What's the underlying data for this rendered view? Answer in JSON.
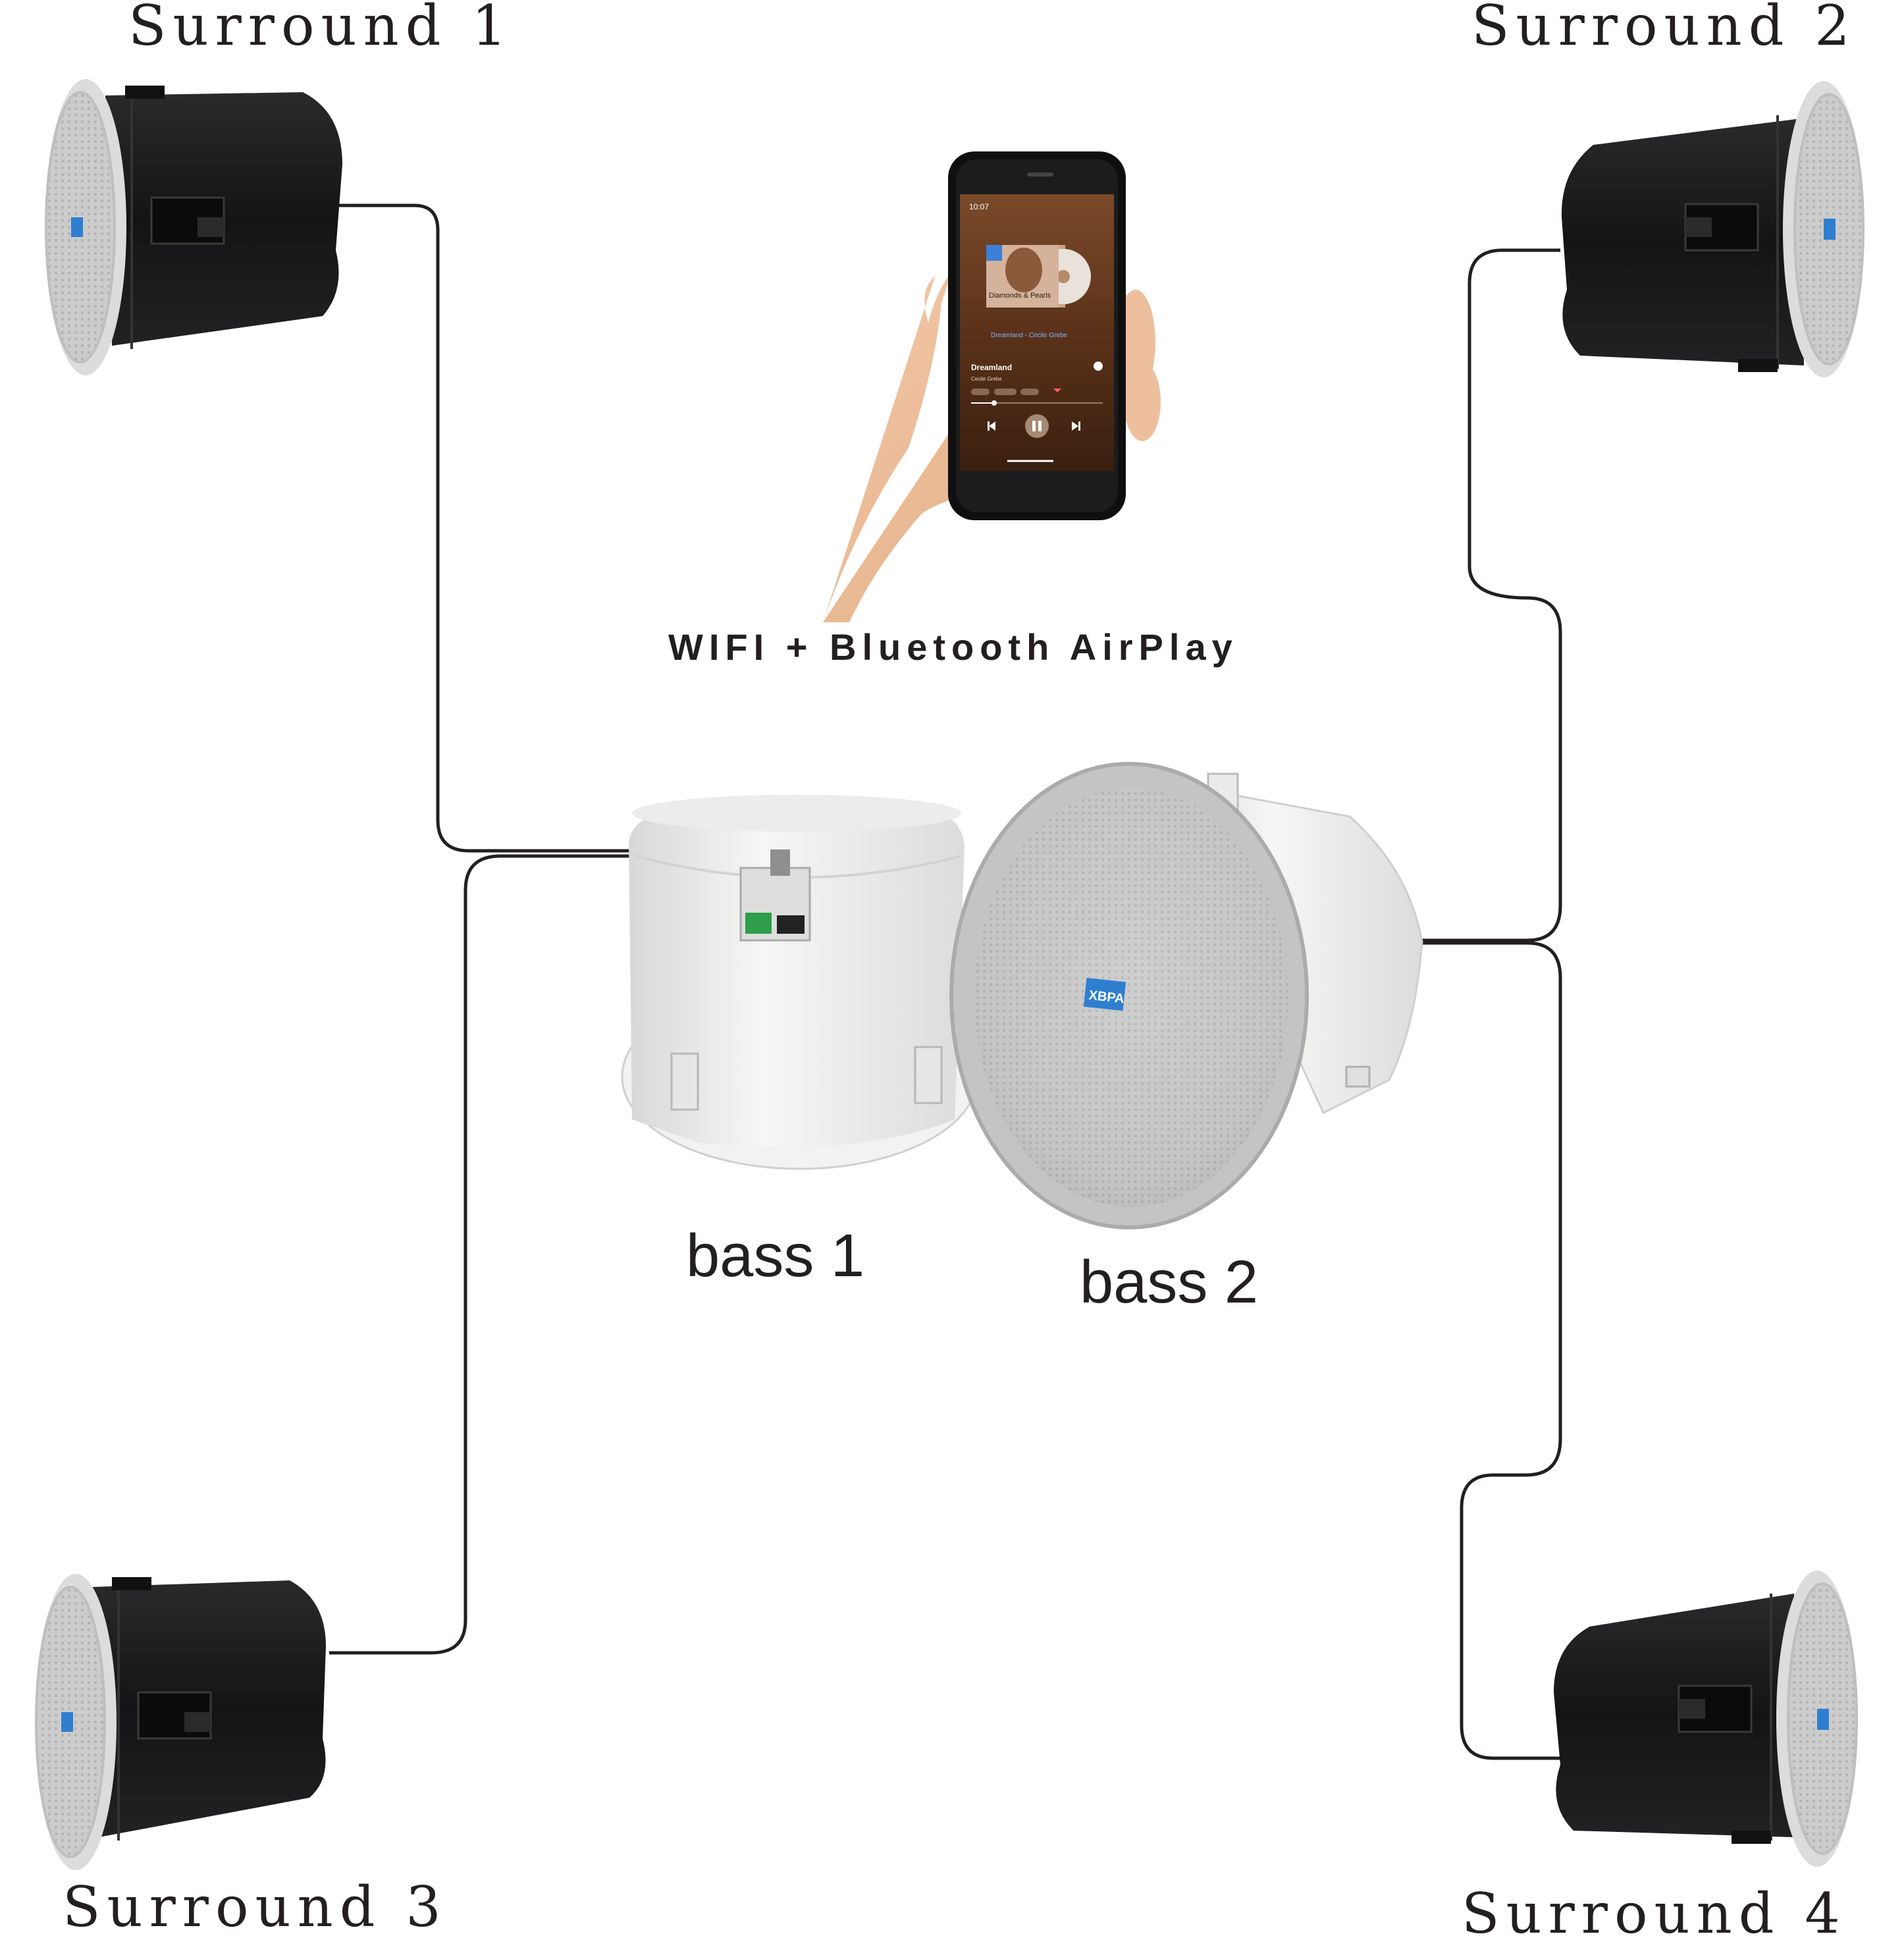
{
  "labels": {
    "surround_1": "Surround 1",
    "surround_2": "Surround 2",
    "surround_3": "Surround 3",
    "surround_4": "Surround 4",
    "bass_1": "bass 1",
    "bass_2": "bass 2",
    "connectivity": "WIFI + Bluetooth AirPlay"
  },
  "phone_screen": {
    "time": "10:07",
    "album_title": "Diamonds & Pearls",
    "now_playing_line": "Dreamland - Cecile Grebe",
    "track_title": "Dreamland",
    "artist": "Cecile Grebe"
  },
  "brand_badge": "XBPA",
  "colors": {
    "cable": "#231f20",
    "surround_body": "#1b1b1d",
    "grille": "#e6e6e6",
    "bass_body": "#f1f1ef",
    "badge": "#2f7fd0"
  }
}
